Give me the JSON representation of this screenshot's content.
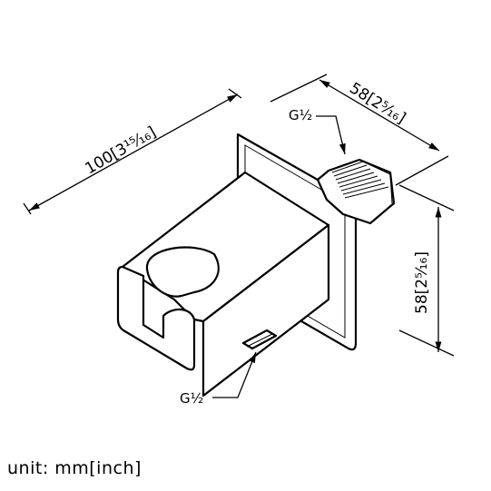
{
  "dimensions": {
    "length": "100[3¹⁵⁄₁₆]",
    "width": "58[2⁵⁄₁₆]",
    "height": "58[2⁵⁄₁₆]"
  },
  "threads": {
    "top": "G½",
    "bottom": "G½"
  },
  "unit_label": "unit: mm[inch]"
}
